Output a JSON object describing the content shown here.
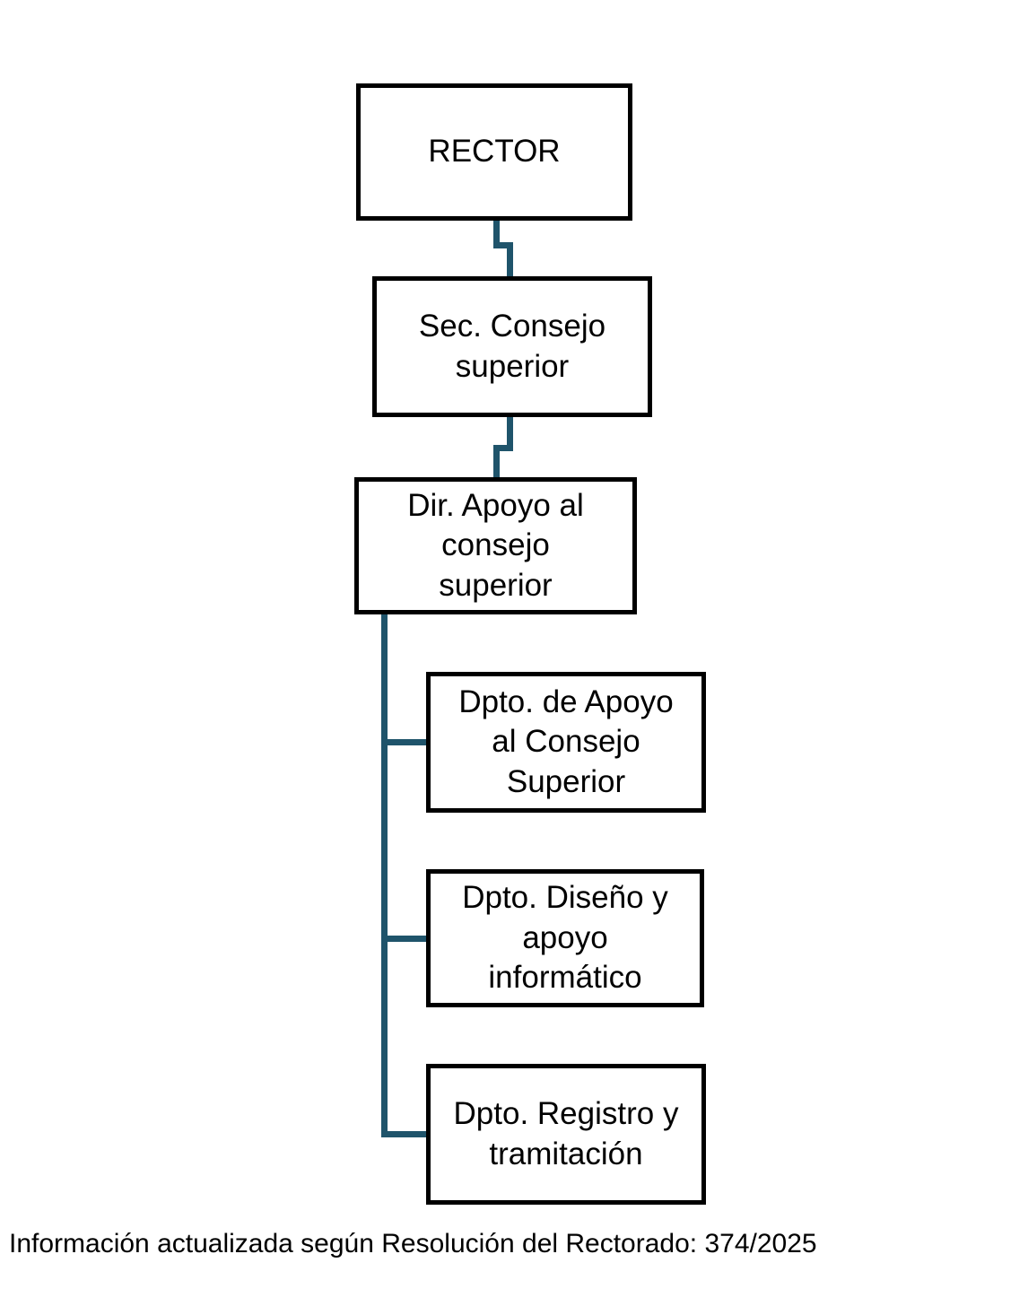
{
  "diagram": {
    "type": "org-chart",
    "nodes": [
      {
        "id": "rector",
        "label": "RECTOR"
      },
      {
        "id": "sec-consejo",
        "label": "Sec. Consejo\nsuperior"
      },
      {
        "id": "dir-apoyo",
        "label": "Dir. Apoyo al\nconsejo\nsuperior"
      },
      {
        "id": "dpto-apoyo",
        "label": "Dpto. de Apoyo\nal Consejo\nSuperior"
      },
      {
        "id": "dpto-diseno",
        "label": "Dpto. Diseño y\napoyo\ninformático"
      },
      {
        "id": "dpto-registro",
        "label": "Dpto. Registro y\ntramitación"
      }
    ],
    "edges": [
      {
        "from": "rector",
        "to": "sec-consejo"
      },
      {
        "from": "sec-consejo",
        "to": "dir-apoyo"
      },
      {
        "from": "dir-apoyo",
        "to": "dpto-apoyo"
      },
      {
        "from": "dir-apoyo",
        "to": "dpto-diseno"
      },
      {
        "from": "dir-apoyo",
        "to": "dpto-registro"
      }
    ],
    "colors": {
      "connector": "#1F546B",
      "box_border": "#000000",
      "box_fill": "#FFFFFF",
      "text": "#000000"
    },
    "footer": "Información actualizada según Resolución del Rectorado: 374/2025"
  }
}
